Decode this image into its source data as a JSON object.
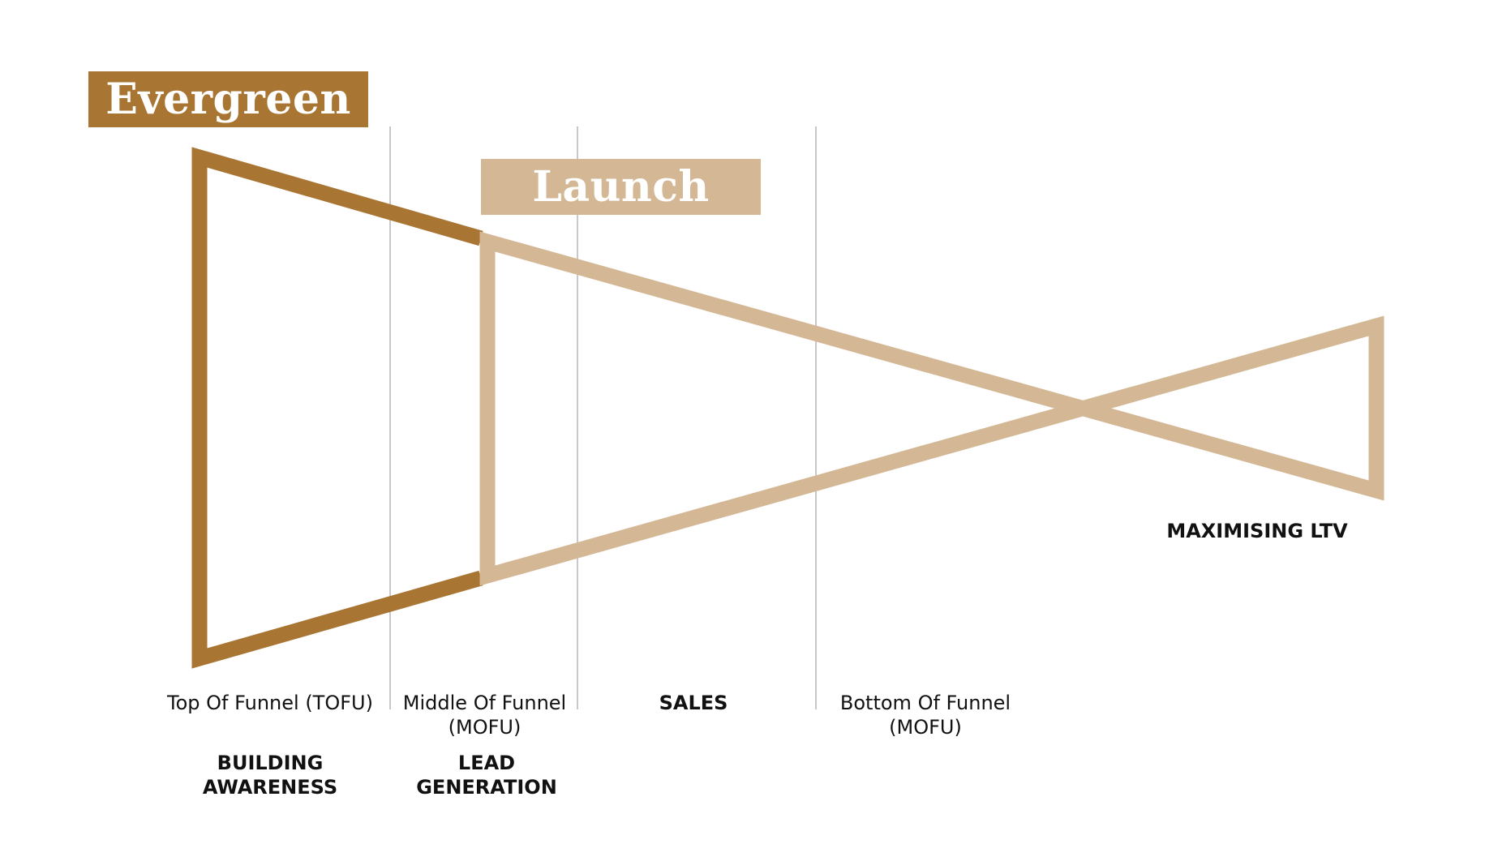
{
  "colors": {
    "evergreen": "#A87533",
    "launch": "#D4B896",
    "divider": "#C8C8C8",
    "text": "#111111"
  },
  "labels": {
    "evergreen": "Evergreen",
    "launch": "Launch"
  },
  "stages": [
    {
      "name": "Top Of Funnel (TOFU)",
      "goal": "BUILDING\nAWARENESS"
    },
    {
      "name": "Middle Of Funnel\n(MOFU)",
      "goal": "LEAD\nGENERATION"
    },
    {
      "name": "",
      "goal": "SALES"
    },
    {
      "name": "Bottom Of Funnel\n(MOFU)",
      "goal": ""
    }
  ],
  "ltv_label": "MAXIMISING LTV"
}
